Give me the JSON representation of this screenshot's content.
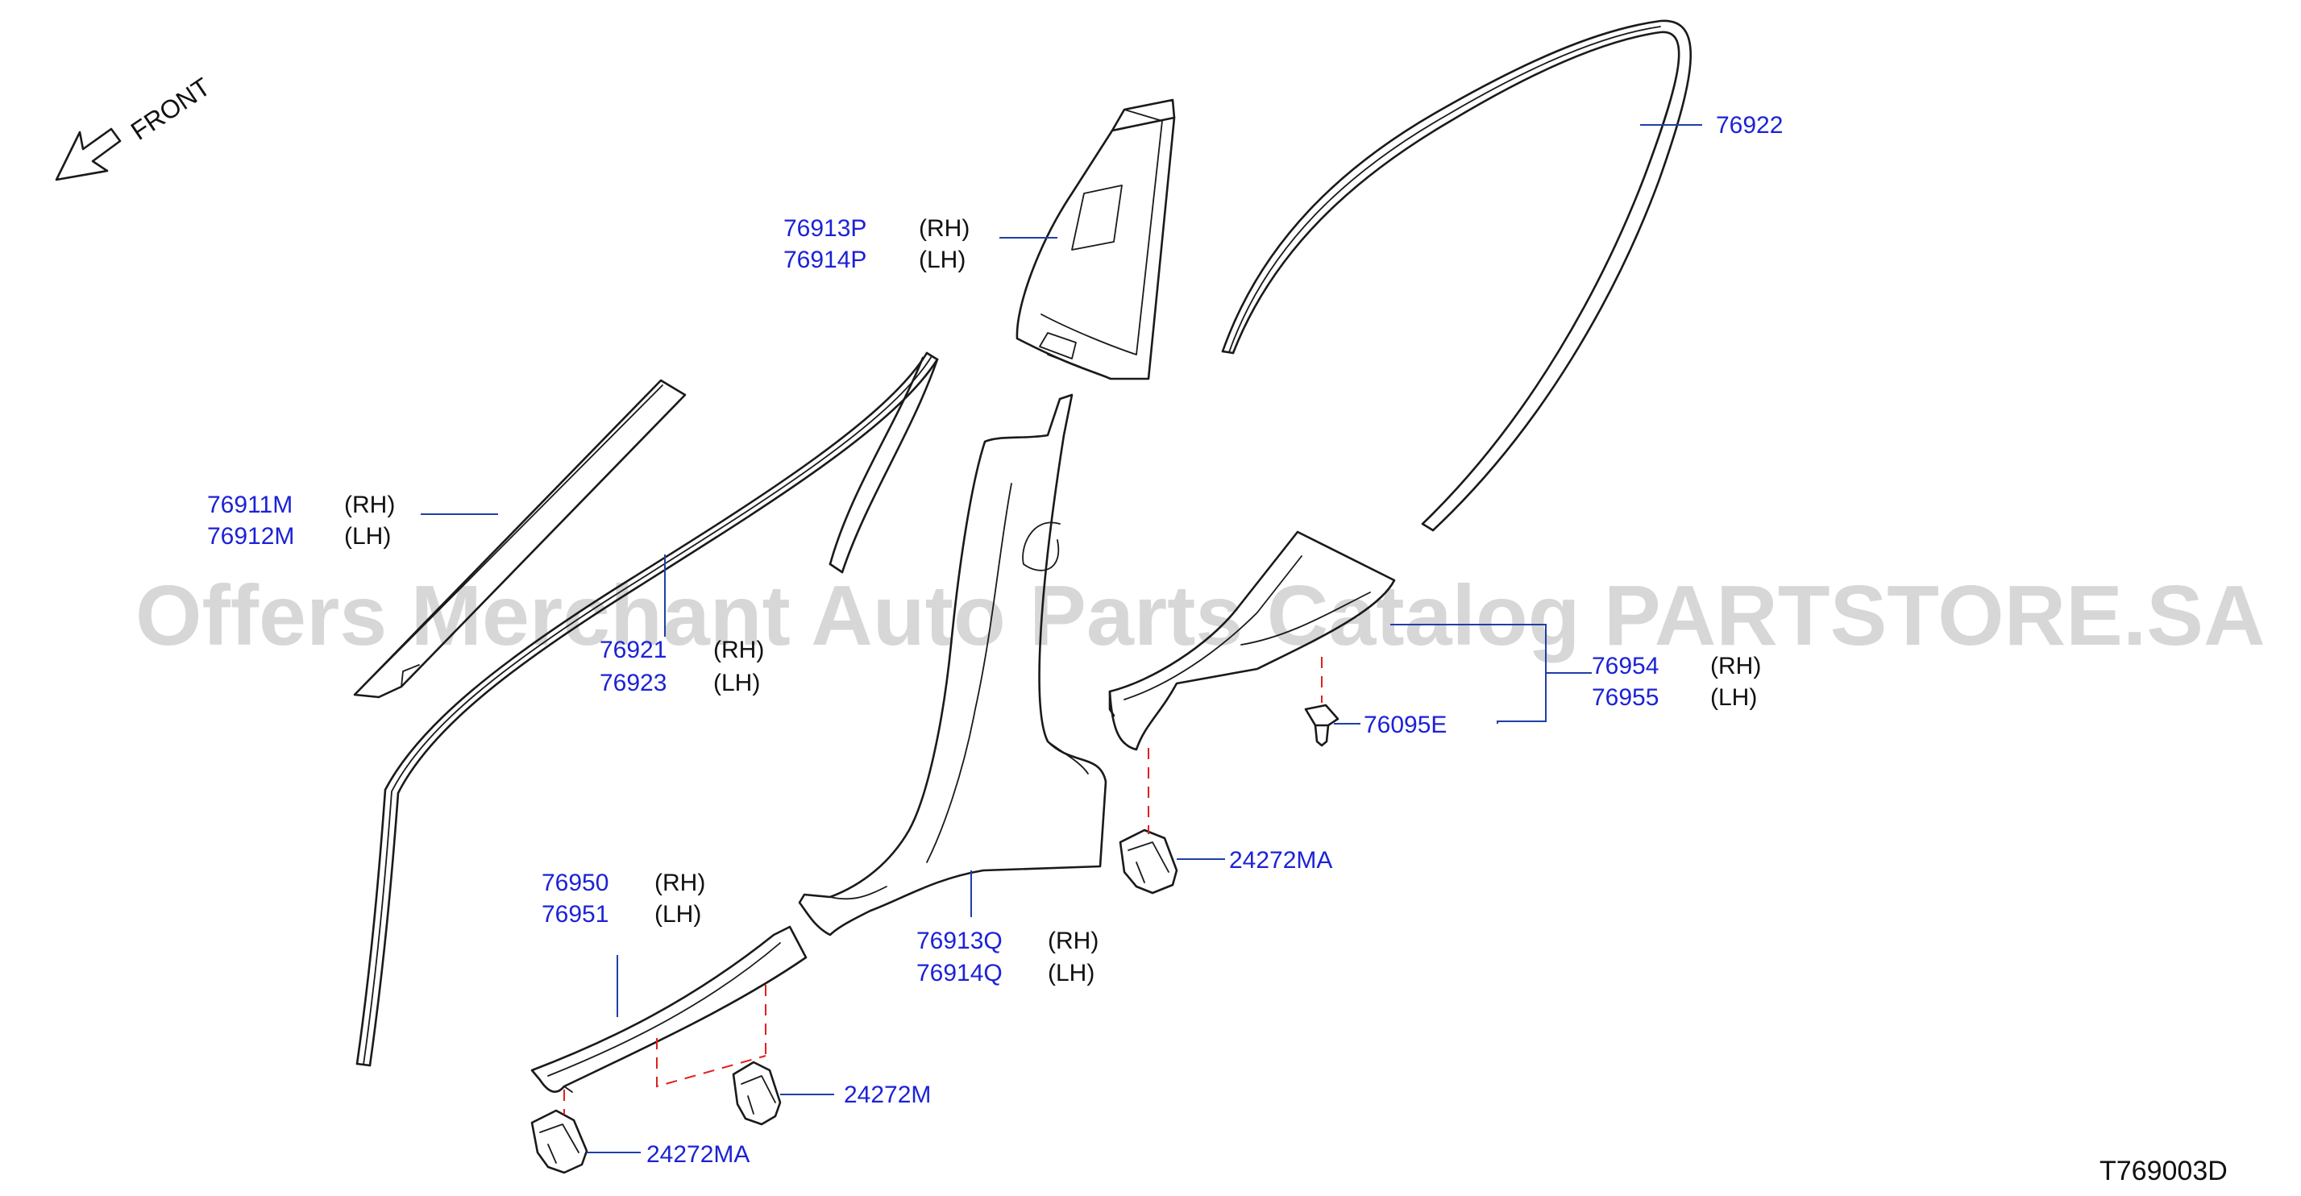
{
  "direction": {
    "label": "FRONT",
    "icon": "arrow-down-left-icon"
  },
  "watermark": "Offers Merchant Auto Parts Catalog PARTSTORE.SA",
  "diagram_code": "T769003D",
  "colors": {
    "part_number": "#1c22d6",
    "leader": "#1f3fa8",
    "dashed_guide": "#e0201c",
    "watermark": "#c8c8c8"
  },
  "callouts": [
    {
      "rh": "76913P",
      "rh_side": "(RH)",
      "lh": "76914P",
      "lh_side": "(LH)"
    },
    {
      "rh": "76911M",
      "rh_side": "(RH)",
      "lh": "76912M",
      "lh_side": "(LH)"
    },
    {
      "rh": "76921",
      "rh_side": "(RH)",
      "lh": "76923",
      "lh_side": "(LH)"
    },
    {
      "rh": "76954",
      "rh_side": "(RH)",
      "lh": "76955",
      "lh_side": "(LH)"
    },
    {
      "rh": "76950",
      "rh_side": "(RH)",
      "lh": "76951",
      "lh_side": "(LH)"
    },
    {
      "rh": "76913Q",
      "rh_side": "(RH)",
      "lh": "76914Q",
      "lh_side": "(LH)"
    }
  ],
  "single_parts": {
    "weatherstrip": "76922",
    "clip": "76095E",
    "bracket_upper": "24272MA",
    "bracket_mid": "24272M",
    "bracket_lower": "24272MA"
  }
}
